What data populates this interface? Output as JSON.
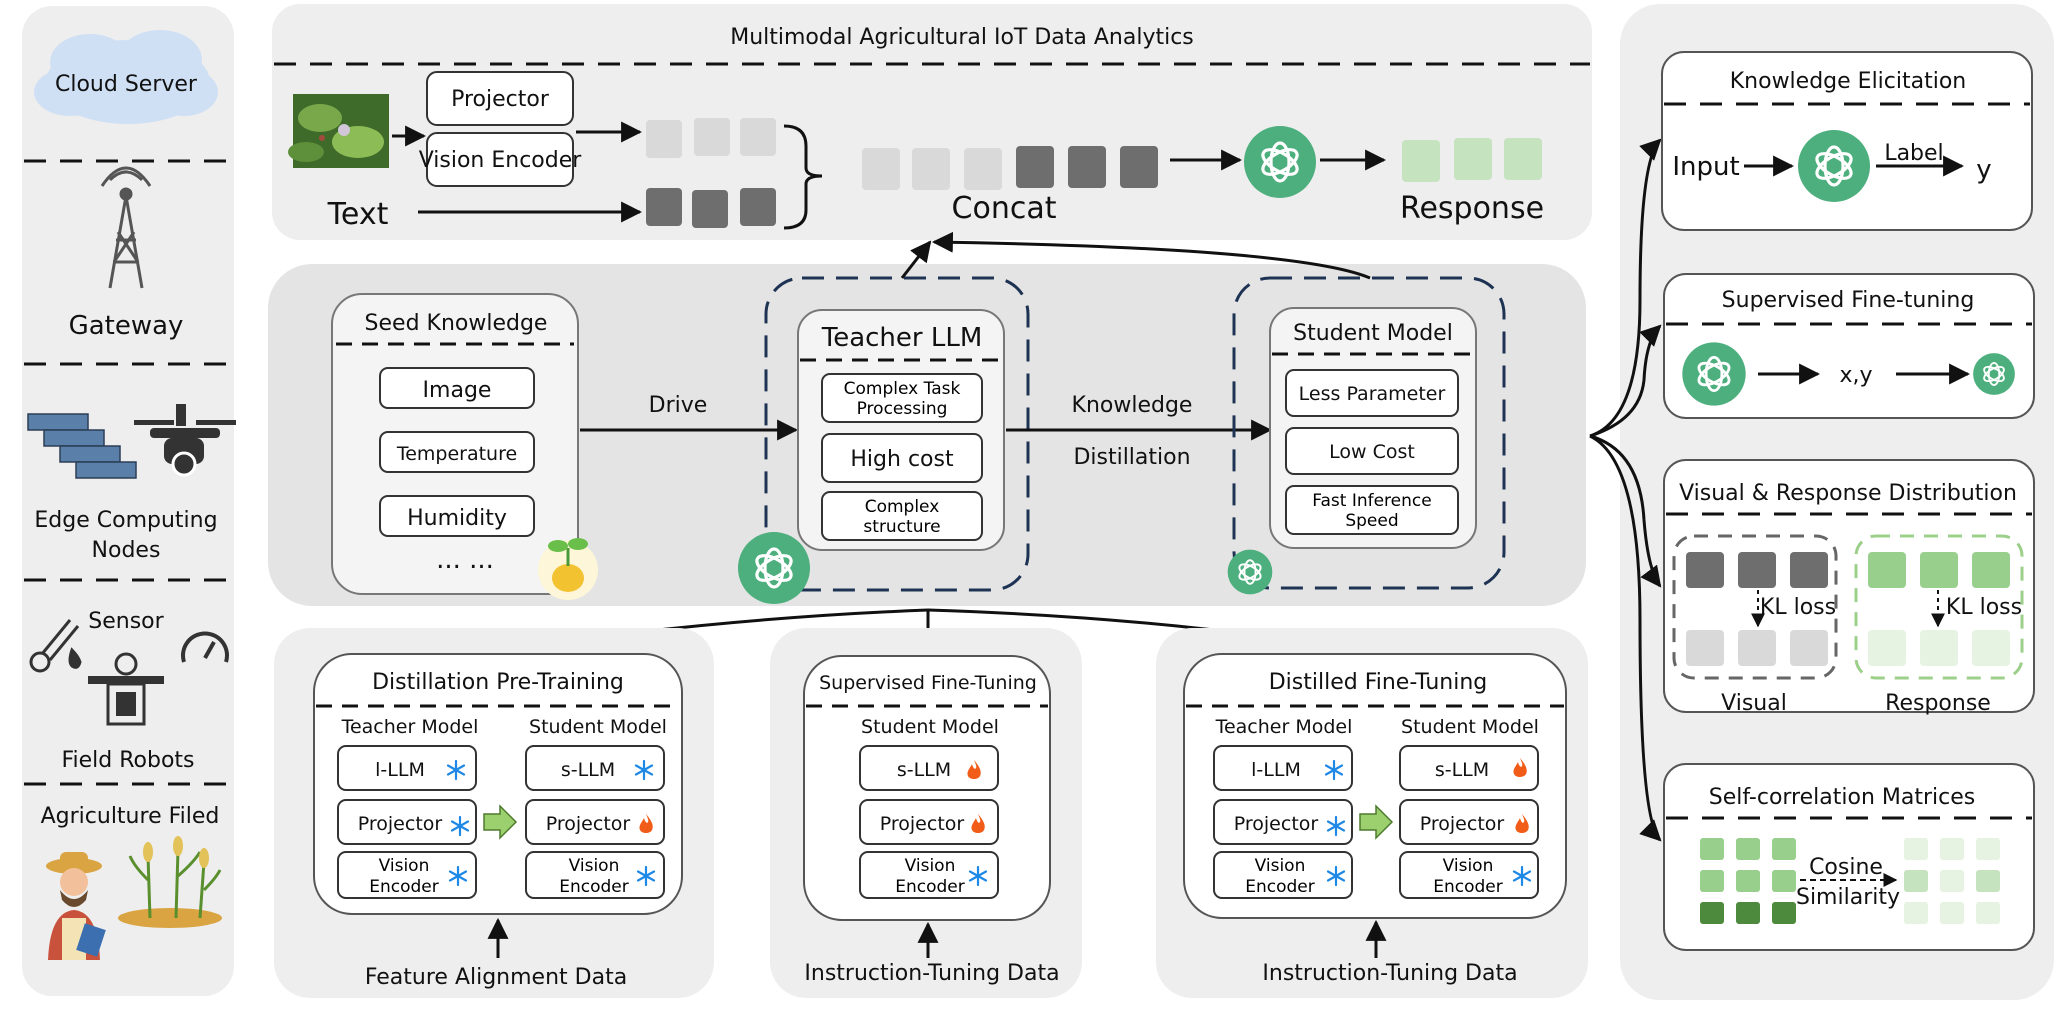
{
  "sidebar": {
    "cloud": "Cloud Server",
    "gateway": "Gateway",
    "edge_line1": "Edge Computing",
    "edge_line2": "Nodes",
    "sensor": "Sensor",
    "robots": "Field Robots",
    "field": "Agriculture Filed"
  },
  "top": {
    "title": "Multimodal Agricultural IoT Data Analytics",
    "projector": "Projector",
    "vision_encoder": "Vision Encoder",
    "text": "Text",
    "concat": "Concat",
    "response": "Response"
  },
  "middle": {
    "seed_title": "Seed Knowledge",
    "seed_items": [
      "Image",
      "Temperature",
      "Humidity",
      "... ..."
    ],
    "drive": "Drive",
    "teacher_title": "Teacher LLM",
    "teacher_items": [
      "Complex Task Processing",
      "High cost",
      "Complex structure"
    ],
    "kd_line1": "Knowledge",
    "kd_line2": "Distillation",
    "student_title": "Student Model",
    "student_items": [
      "Less Parameter",
      "Low Cost",
      "Fast Inference Speed"
    ]
  },
  "bottom": {
    "pretrain": {
      "title": "Distillation Pre-Training",
      "teacher_header": "Teacher Model",
      "student_header": "Student Model",
      "teacher_items": [
        "l-LLM",
        "Projector",
        "Vision Encoder"
      ],
      "student_items": [
        "s-LLM",
        "Projector",
        "Vision Encoder"
      ],
      "data": "Feature Alignment Data"
    },
    "sft": {
      "title": "Supervised Fine-Tuning",
      "student_header": "Student Model",
      "student_items": [
        "s-LLM",
        "Projector",
        "Vision Encoder"
      ],
      "data": "Instruction-Tuning Data"
    },
    "dft": {
      "title": "Distilled Fine-Tuning",
      "teacher_header": "Teacher Model",
      "student_header": "Student Model",
      "teacher_items": [
        "l-LLM",
        "Projector",
        "Vision Encoder"
      ],
      "student_items": [
        "s-LLM",
        "Projector",
        "Vision Encoder"
      ],
      "data": "Instruction-Tuning Data"
    }
  },
  "right": {
    "ke_title": "Knowledge Elicitation",
    "ke_input": "Input",
    "ke_label": "Label",
    "ke_y": "y",
    "sft_title": "Supervised Fine-tuning",
    "sft_xy": "x,y",
    "vrd_title": "Visual & Response Distribution",
    "kl1": "KL loss",
    "kl2": "KL loss",
    "visual": "Visual",
    "response": "Response",
    "scm_title": "Self-correlation Matrices",
    "cos1": "Cosine",
    "cos2": "Similarity"
  },
  "icons": {
    "snowflake": "snowflake-icon",
    "flame": "flame-icon",
    "openai": "openai-logo-icon"
  },
  "colors": {
    "openai_green": "#4caf7d",
    "navy": "#1e3354",
    "snow": "#1e88e5",
    "flame": "#f25c19"
  }
}
